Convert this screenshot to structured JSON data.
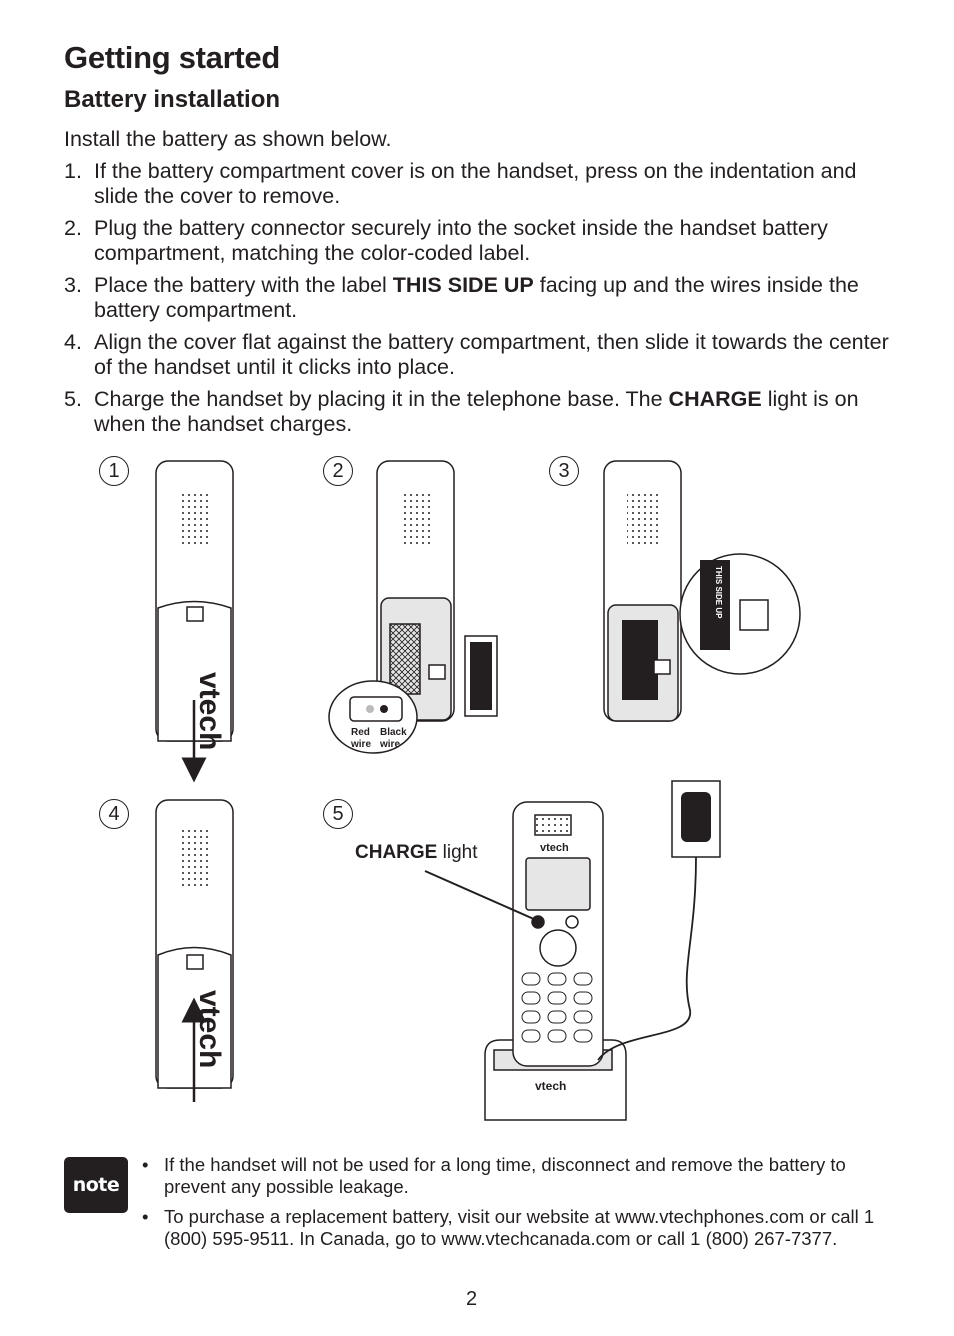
{
  "page": {
    "title": "Getting started",
    "subtitle": "Battery installation",
    "intro": "Install the battery as shown below.",
    "steps": [
      {
        "num": "1.",
        "parts": [
          "If the battery compartment cover is on the handset, press on the indentation and slide the cover to remove."
        ]
      },
      {
        "num": "2.",
        "parts": [
          "Plug the battery connector securely into the socket inside the handset battery compartment, matching the color-coded label."
        ]
      },
      {
        "num": "3.",
        "pre": "Place the battery with the label ",
        "bold": "THIS SIDE UP",
        "post": " facing up and the wires inside the battery compartment."
      },
      {
        "num": "4.",
        "parts": [
          "Align the cover flat against the battery compartment, then slide it towards the center of the handset until it clicks into place."
        ]
      },
      {
        "num": "5.",
        "pre": "Charge the handset by placing it in the telephone base. The ",
        "bold": "CHARGE",
        "post": " light is on when the handset charges."
      }
    ],
    "figure": {
      "step_labels": [
        "1",
        "2",
        "3",
        "4",
        "5"
      ],
      "brand": "vtech",
      "wire_red": "Red wire",
      "wire_black": "Black wire",
      "this_side_up": "THIS SIDE UP",
      "charge_label_bold": "CHARGE",
      "charge_label_rest": " light"
    },
    "note": {
      "badge": "note",
      "items": [
        "If the handset will not be used for a long time, disconnect and remove the battery to prevent any possible leakage.",
        "To purchase a replacement battery, visit our website at www.vtechphones.com or call 1 (800) 595-9511. In Canada, go to www.vtechcanada.com or call 1 (800) 267-7377."
      ]
    },
    "page_number": "2"
  }
}
